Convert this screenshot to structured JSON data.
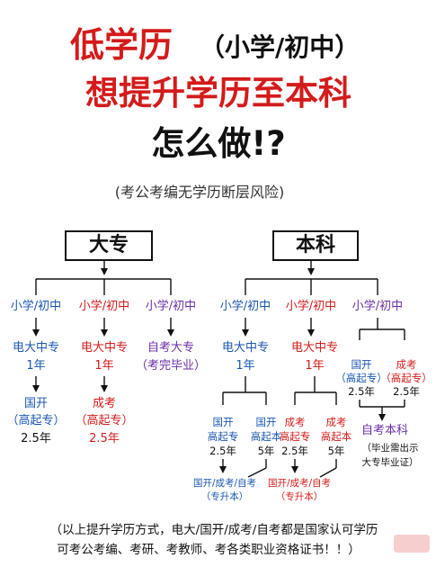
{
  "header": {
    "line1_main": "低学历",
    "line1_sub": "（小学/初中）",
    "line2": "想提升学历至本科",
    "line3": "怎么做!?",
    "note": "(考公考编无学历断层风险)"
  },
  "categories": {
    "dazhuan": "大专",
    "benke": "本科"
  },
  "dazhuan": {
    "col1": {
      "start": "小学/初中",
      "step1": "电大中专",
      "step1_years": "1年",
      "step2": "国开",
      "step2_detail": "（高起专）",
      "step2_years": "2.5年"
    },
    "col2": {
      "start": "小学/初中",
      "step1": "电大中专",
      "step1_years": "1年",
      "step2": "成考",
      "step2_detail": "（高起专）",
      "step2_years": "2.5年"
    },
    "col3": {
      "start": "小学/初中",
      "step1": "自考大专",
      "step1_detail": "（考完毕业）"
    }
  },
  "benke": {
    "col1": {
      "start": "小学/初中",
      "step1": "电大中专",
      "step1_years": "1年",
      "branch_a": "国开",
      "branch_a_detail": "高起专",
      "branch_a_years": "2.5年",
      "branch_b": "国开",
      "branch_b_detail": "高起本",
      "branch_b_years": "5年",
      "result": "国开/成考/自考",
      "result_detail": "（专升本）"
    },
    "col2": {
      "start": "小学/初中",
      "step1": "电大中专",
      "step1_years": "1年",
      "branch_a": "成考",
      "branch_a_detail": "高起专",
      "branch_a_years": "2.5年",
      "branch_b": "成考",
      "branch_b_detail": "高起本",
      "branch_b_years": "5年",
      "result": "国开/成考/自考",
      "result_detail": "（专升本）"
    },
    "col3": {
      "start": "小学/初中",
      "branch_a": "国开",
      "branch_a_detail": "（高起专）",
      "branch_a_years": "2.5年",
      "branch_b": "成考",
      "branch_b_detail": "（高起专）",
      "branch_b_years": "2.5年",
      "result": "自考本科",
      "result_note1": "（毕业需出示",
      "result_note2": "大专毕业证）"
    }
  },
  "footer": {
    "line1": "（以上提升学历方式，电大/国开/成考/自考都是国家认可学历",
    "line2": "可考公考编、考研、考教师、考各类职业资格证书！！）"
  },
  "colors": {
    "red": "#d41b1b",
    "blue": "#1a57b0",
    "purple": "#6a2fa6"
  }
}
